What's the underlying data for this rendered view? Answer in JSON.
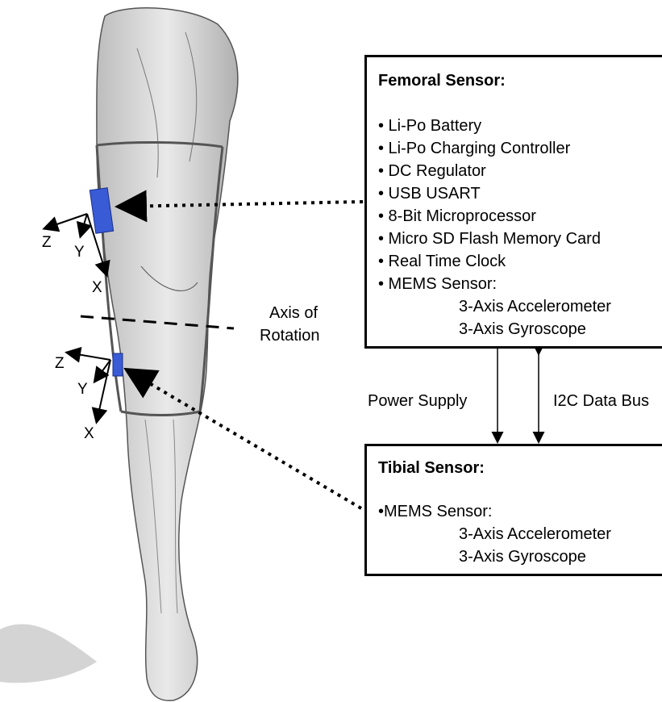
{
  "femoral": {
    "title": "Femoral Sensor:",
    "items": [
      "• Li-Po Battery",
      "• Li-Po Charging Controller",
      "• DC Regulator",
      "• USB USART",
      "• 8-Bit Microprocessor",
      "• Micro SD Flash Memory Card",
      "• Real Time Clock",
      "• MEMS Sensor:"
    ],
    "subitems": [
      "3-Axis Accelerometer",
      "3-Axis Gyroscope"
    ]
  },
  "tibial": {
    "title": "Tibial Sensor:",
    "items": [
      "•MEMS Sensor:"
    ],
    "subitems": [
      "3-Axis Accelerometer",
      "3-Axis Gyroscope"
    ]
  },
  "links": {
    "power": "Power Supply",
    "data": "I2C Data Bus"
  },
  "rotation_axis": {
    "line1": "Axis of",
    "line2": "Rotation"
  },
  "upper_axes": {
    "z": "Z",
    "y": "Y",
    "x": "X"
  },
  "lower_axes": {
    "z": "Z",
    "y": "Y",
    "x": "X"
  },
  "colors": {
    "sensor": "#3a5bd6",
    "sketch": "#6a6a6a"
  }
}
